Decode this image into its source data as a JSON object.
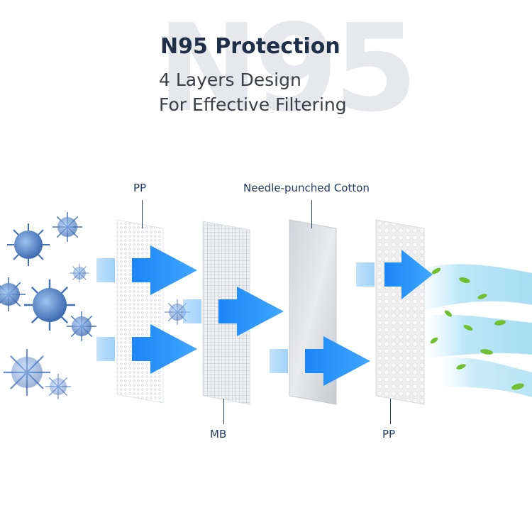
{
  "watermark": "N95",
  "title": "N95 Protection",
  "subtitle_line1": "4 Layers Design",
  "subtitle_line2": "For Effective Filtering",
  "layers": {
    "layer1": "PP",
    "layer2": "MB",
    "layer3": "Needle-punched Cotton",
    "layer4": "PP"
  },
  "colors": {
    "title": "#1f2f4a",
    "arrow": "#1e90ff",
    "virus": "#3f6fc2",
    "leaf": "#6fbf2e",
    "airflow": "#9bd9f1"
  }
}
